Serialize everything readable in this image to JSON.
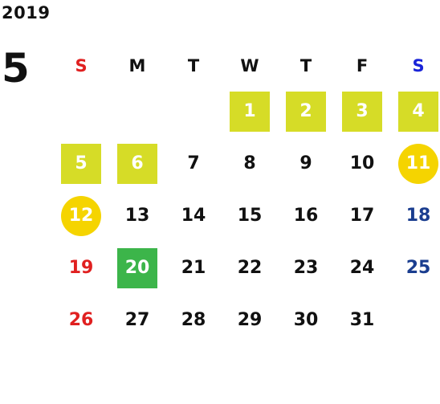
{
  "calendar": {
    "year": "2019",
    "month": "5",
    "weekdays": [
      {
        "label": "S",
        "color": "#e02020"
      },
      {
        "label": "M",
        "color": "#111111"
      },
      {
        "label": "T",
        "color": "#111111"
      },
      {
        "label": "W",
        "color": "#111111"
      },
      {
        "label": "T",
        "color": "#111111"
      },
      {
        "label": "F",
        "color": "#111111"
      },
      {
        "label": "S",
        "color": "#1a24d8"
      }
    ],
    "leading_blanks": 3,
    "days": [
      {
        "label": "1",
        "style": "square",
        "bg": "#d6dc27"
      },
      {
        "label": "2",
        "style": "square",
        "bg": "#d6dc27"
      },
      {
        "label": "3",
        "style": "square",
        "bg": "#d6dc27"
      },
      {
        "label": "4",
        "style": "square",
        "bg": "#d6dc27"
      },
      {
        "label": "5",
        "style": "square",
        "bg": "#d6dc27"
      },
      {
        "label": "6",
        "style": "square",
        "bg": "#d6dc27"
      },
      {
        "label": "7"
      },
      {
        "label": "8"
      },
      {
        "label": "9"
      },
      {
        "label": "10"
      },
      {
        "label": "11",
        "style": "circle",
        "bg": "#f5d400"
      },
      {
        "label": "12",
        "style": "circle",
        "bg": "#f5d400"
      },
      {
        "label": "13"
      },
      {
        "label": "14"
      },
      {
        "label": "15"
      },
      {
        "label": "16"
      },
      {
        "label": "17"
      },
      {
        "label": "18"
      },
      {
        "label": "19"
      },
      {
        "label": "20",
        "style": "square",
        "bg": "#3cb54a"
      },
      {
        "label": "21"
      },
      {
        "label": "22"
      },
      {
        "label": "23"
      },
      {
        "label": "24"
      },
      {
        "label": "25"
      },
      {
        "label": "26"
      },
      {
        "label": "27"
      },
      {
        "label": "28"
      },
      {
        "label": "29"
      },
      {
        "label": "30"
      },
      {
        "label": "31"
      }
    ],
    "colors": {
      "sunday": "#e02020",
      "saturday": "#1a3d8f",
      "weekday": "#111111"
    }
  }
}
